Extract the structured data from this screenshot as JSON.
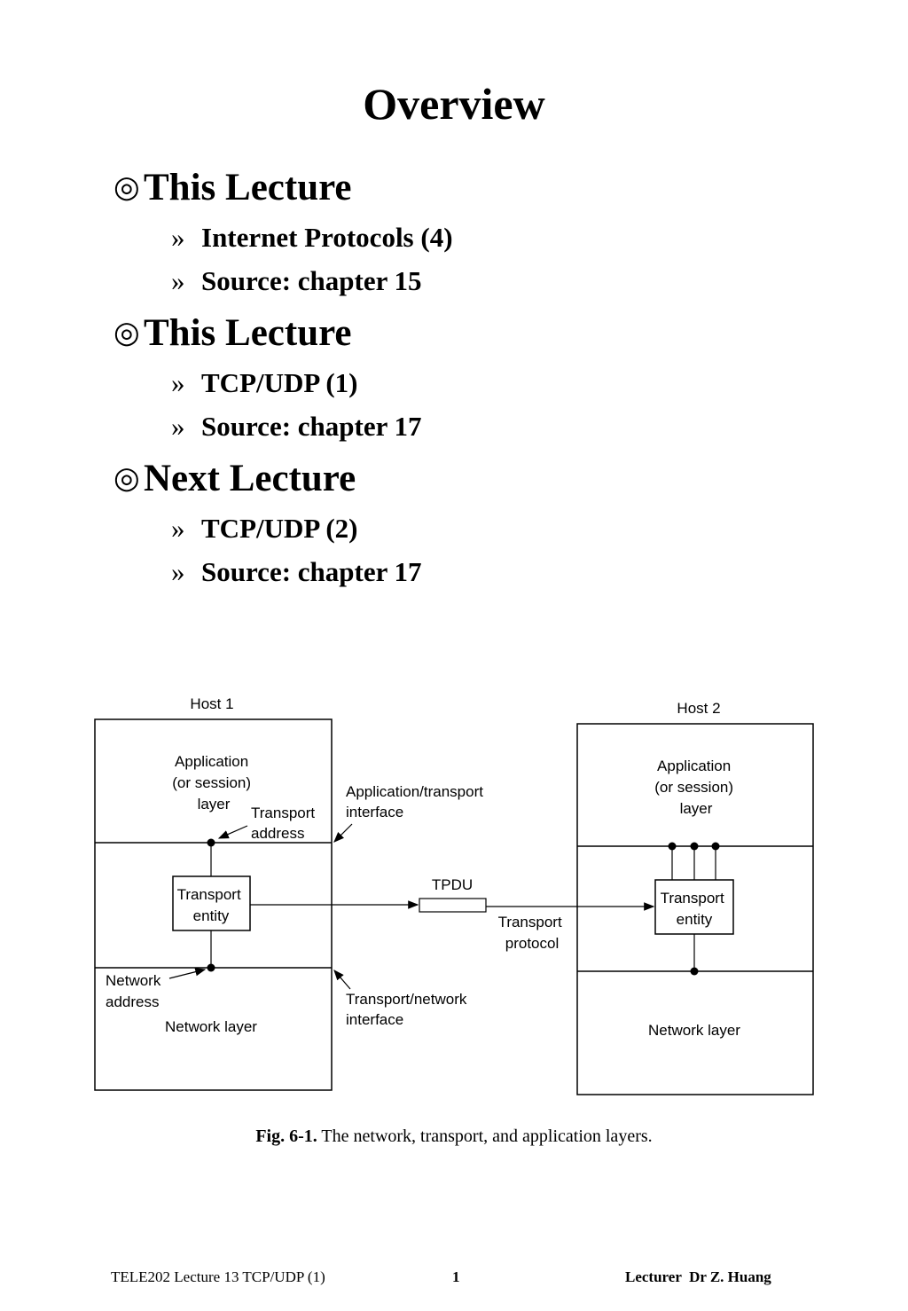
{
  "title": "Overview",
  "sections": [
    {
      "heading": "This Lecture",
      "items": [
        "Internet Protocols (4)",
        "Source: chapter 15"
      ]
    },
    {
      "heading": "This Lecture",
      "items": [
        "TCP/UDP (1)",
        "Source: chapter 17"
      ]
    },
    {
      "heading": "Next Lecture",
      "items": [
        "TCP/UDP (2)",
        "Source: chapter 17"
      ]
    }
  ],
  "bullet_glyph": "◎",
  "sub_bullet_glyph": "»",
  "figure": {
    "host1": "Host 1",
    "host2": "Host 2",
    "app_layer_lines": [
      "Application",
      "(or session)",
      "layer"
    ],
    "transport_address_lines": [
      "Transport",
      "address"
    ],
    "app_transport_interface_lines": [
      "Application/transport",
      "interface"
    ],
    "tpdu": "TPDU",
    "transport_entity_lines": [
      "Transport",
      "entity"
    ],
    "transport_protocol_lines": [
      "Transport",
      "protocol"
    ],
    "network_address_lines": [
      "Network",
      "address"
    ],
    "transport_network_interface_lines": [
      "Transport/network",
      "interface"
    ],
    "network_layer": "Network layer"
  },
  "caption": {
    "label": "Fig. 6-1.",
    "text": " The network, transport, and application layers."
  },
  "footer": {
    "left": "TELE202 Lecture 13 TCP/UDP (1)",
    "page": "1",
    "right": "Lecturer  Dr Z. Huang"
  }
}
